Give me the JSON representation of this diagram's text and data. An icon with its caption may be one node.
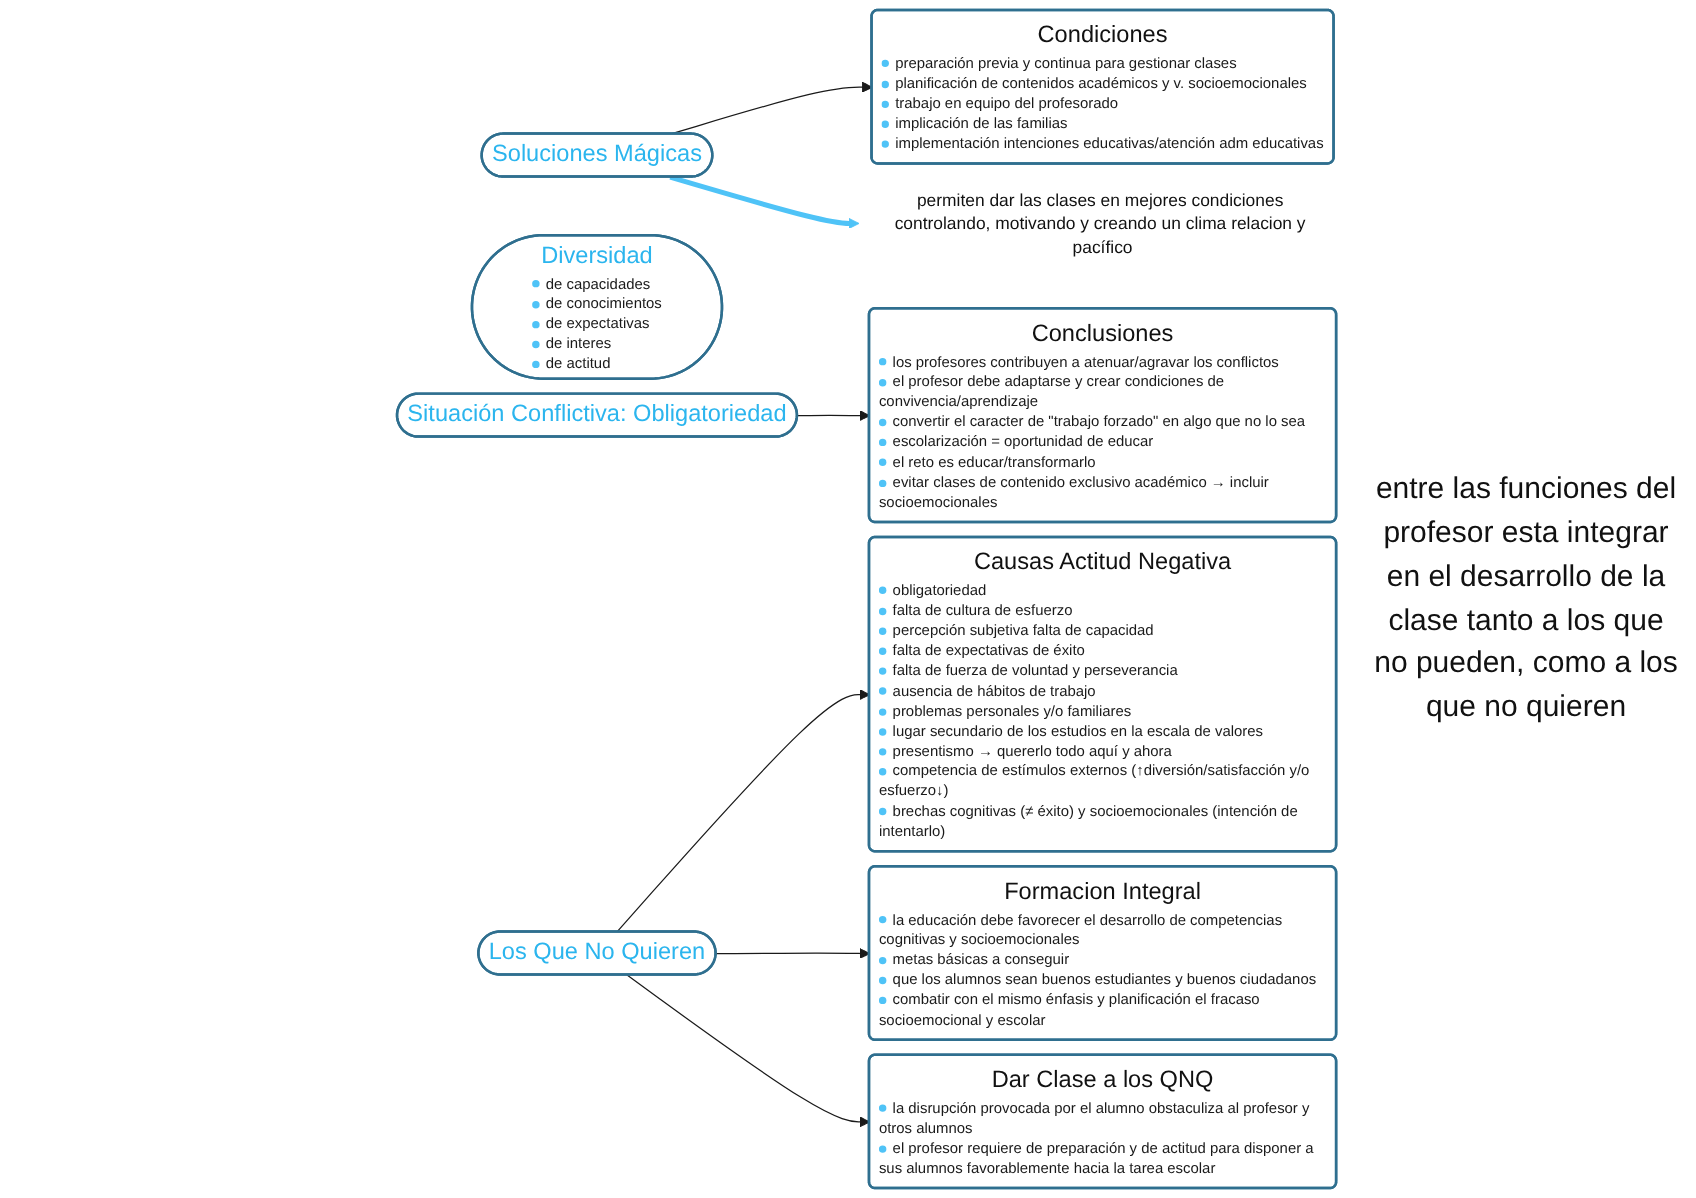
{
  "diagram": {
    "nodes": [
      {
        "text": [
          "Soluciones Mágicas"
        ]
      },
      {
        "text": [
          "Condiciones",
          "preparación previa y continua para gestionar clases",
          "planificación de contenidos académicos y v. socioemocionales",
          "trabajo en equipo del profesorado",
          "implicación de las familias",
          "implementación intenciones educativas/atención adm educativas"
        ]
      },
      {
        "text": [
          "permiten dar las clases en mejores condiciones controlando, motivando y creando un clima relacion y pacífico"
        ]
      },
      {
        "text": [
          "Diversidad",
          "de capacidades",
          "de conocimientos",
          "de expectativas",
          "de interes",
          "de actitud"
        ]
      },
      {
        "text": [
          "Situación Conflictiva: Obligatoriedad"
        ]
      },
      {
        "text": [
          "Conclusiones",
          "los profesores contribuyen a atenuar/agravar los conflictos",
          "el profesor debe adaptarse y crear condiciones de convivencia/aprendizaje",
          "convertir el caracter de \"trabajo forzado\" en algo que no lo sea",
          "escolarización = oportunidad de educar",
          "el reto es educar/transformarlo",
          "evitar clases de contenido exclusivo académico → incluir socioemocionales"
        ]
      },
      {
        "text": [
          "Causas Actitud Negativa",
          "obligatoriedad",
          "falta de cultura de esfuerzo",
          "percepción subjetiva falta de capacidad",
          "falta de expectativas de éxito",
          "falta de fuerza de voluntad y perseverancia",
          "ausencia de hábitos de trabajo",
          "problemas personales y/o familiares",
          "lugar secundario de los estudios en la escala de valores",
          "presentismo → quererlo todo aquí y ahora",
          "competencia de estímulos externos (↑diversión/satisfacción y/o esfuerzo↓)",
          "brechas cognitivas (≠ éxito) y socioemocionales (intención de intentarlo)"
        ]
      },
      {
        "text": [
          "Los Que No Quieren"
        ]
      },
      {
        "text": [
          "Formacion Integral",
          "la educación debe favorecer el desarrollo de competencias cognitivas y socioemocionales",
          "metas básicas a conseguir",
          "que los alumnos sean buenos estudiantes y buenos ciudadanos",
          "combatir con el mismo énfasis y planificación el fracaso socioemocional y escolar"
        ]
      },
      {
        "text": [
          "Dar Clase a los QNQ",
          "la disrupción provocada por el alumno obstaculiza al profesor y otros alumnos",
          "el profesor requiere de preparación y de actitud para disponer a sus alumnos favorablemente hacia la tarea escolar"
        ]
      }
    ],
    "edges": [
      {
        "from": 0,
        "to": 1,
        "arrow": "to"
      },
      {
        "from": 0,
        "to": 2,
        "arrow": "to",
        "style": "thick",
        "color": "#4fc3f7"
      },
      {
        "from": 4,
        "to": 5,
        "arrow": "to"
      },
      {
        "from": 7,
        "to": 6,
        "arrow": "to"
      },
      {
        "from": 7,
        "to": 8,
        "arrow": "to"
      },
      {
        "from": 7,
        "to": 9,
        "arrow": "to"
      }
    ],
    "labels": [
      "entre las funciones del profesor esta integrar en el desarrollo de la clase tanto a los que no pueden, como a los que no quieren"
    ]
  }
}
